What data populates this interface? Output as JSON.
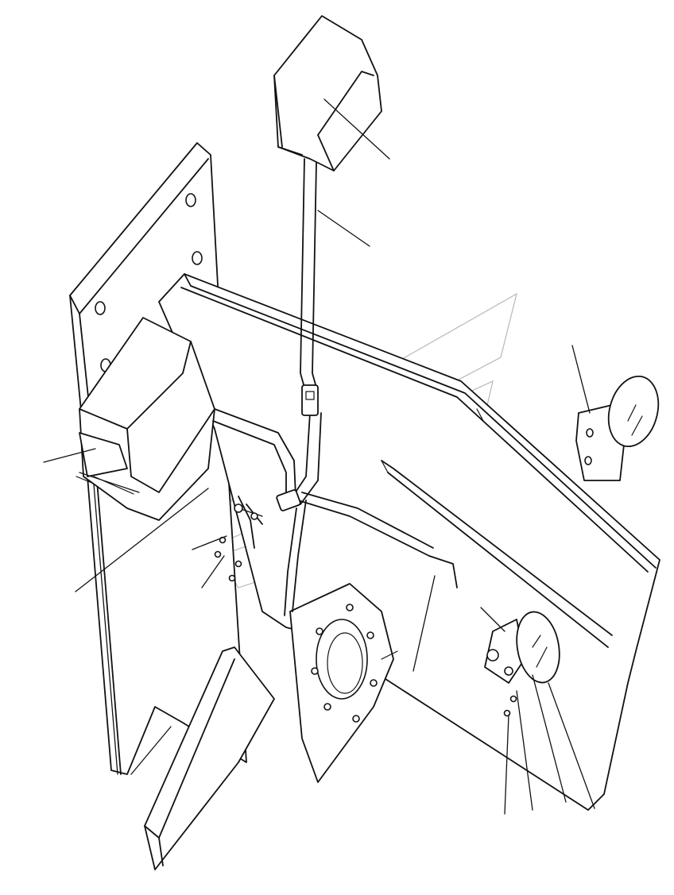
{
  "diagram": {
    "kind": "exploded-parts-illustration",
    "labels": [],
    "colors": {
      "line": "#111111",
      "background": "#ffffff",
      "watermark": "#9aa0a6"
    },
    "parts": [
      "mount-bracket-plate",
      "frame-rail",
      "headlamp-right",
      "headlamp-lower",
      "junction-box",
      "wiring-harness",
      "harness-connector",
      "mudguard-bracket",
      "hub-flange"
    ]
  }
}
